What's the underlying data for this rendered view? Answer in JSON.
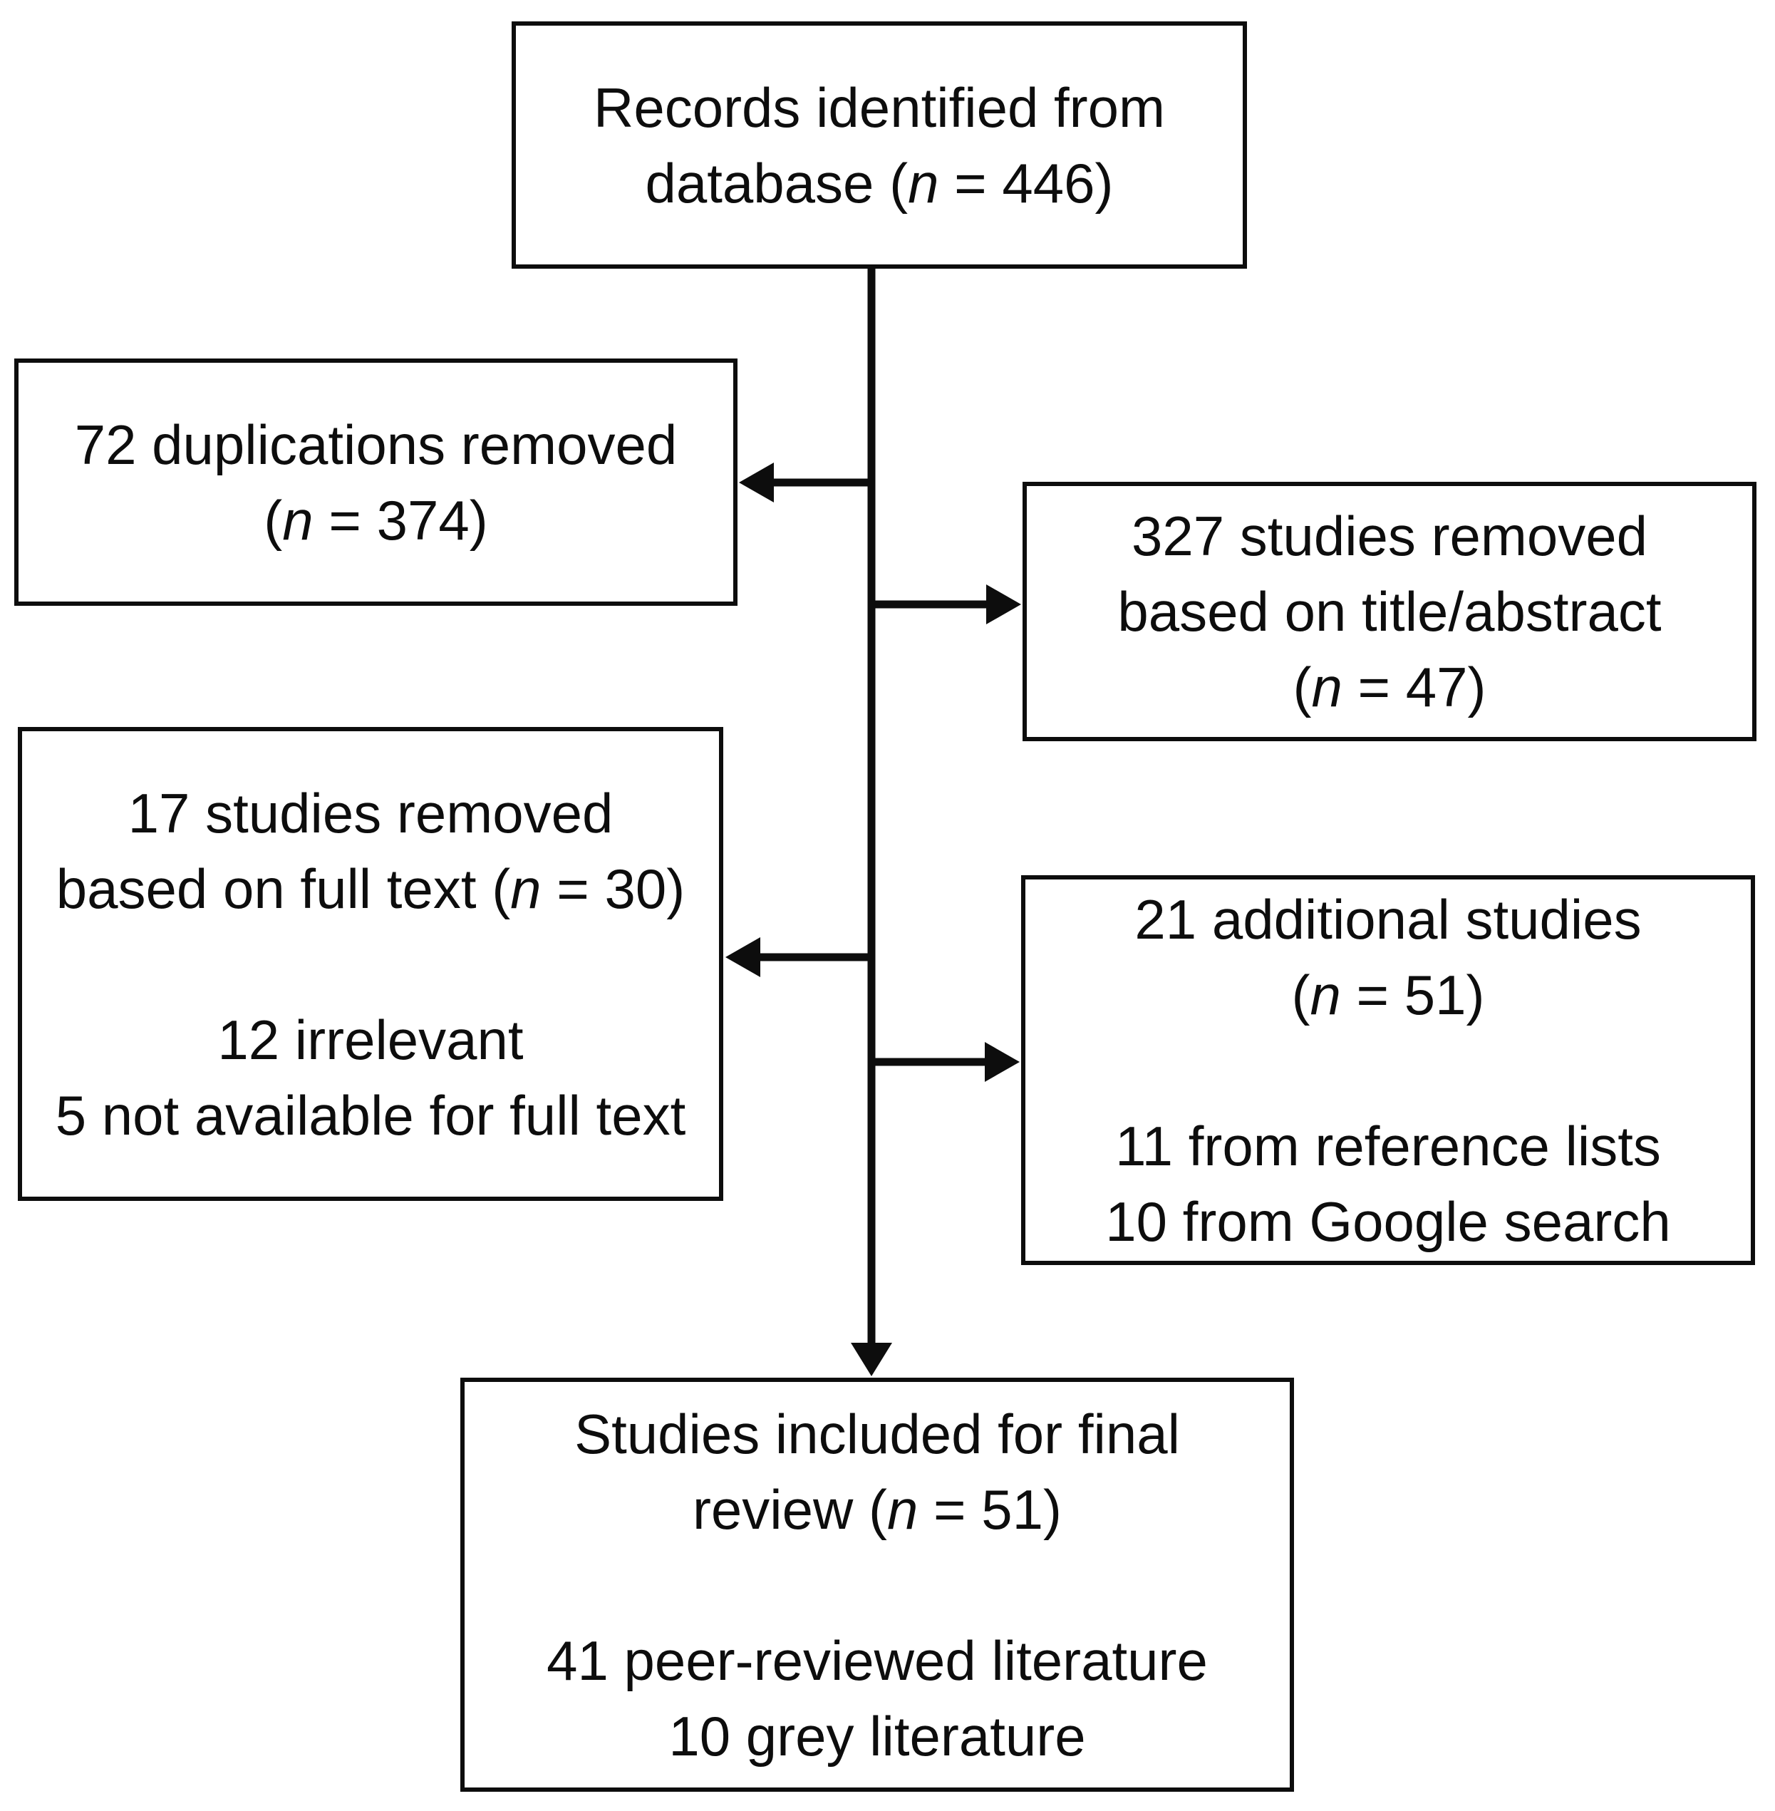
{
  "diagram": {
    "kind": "study-selection-flowchart",
    "colors": {
      "stroke": "#0d0d0d",
      "text": "#0d0d0d",
      "background": "#ffffff"
    },
    "boxes": [
      {
        "id": "records-identified",
        "lines": [
          {
            "text": "Records identified from"
          },
          {
            "pre": "database (",
            "n": "n",
            "post": " = 446)"
          }
        ]
      },
      {
        "id": "duplications-removed",
        "lines": [
          {
            "text": "72 duplications removed"
          },
          {
            "pre": "(",
            "n": "n",
            "post": " = 374)"
          }
        ]
      },
      {
        "id": "title-abstract-removed",
        "lines": [
          {
            "text": "327 studies removed"
          },
          {
            "text": "based on title/abstract"
          },
          {
            "pre": "(",
            "n": "n",
            "post": " = 47)"
          }
        ]
      },
      {
        "id": "full-text-removed",
        "lines": [
          {
            "text": "17 studies removed"
          },
          {
            "pre": "based on full text (",
            "n": "n",
            "post": " = 30)"
          },
          {
            "text": "12 irrelevant"
          },
          {
            "text": "5 not available for full text"
          }
        ]
      },
      {
        "id": "additional-studies",
        "lines": [
          {
            "text": "21 additional studies"
          },
          {
            "pre": "(",
            "n": "n",
            "post": " = 51)"
          },
          {
            "text": "11 from reference lists"
          },
          {
            "text": "10 from Google search"
          }
        ]
      },
      {
        "id": "included-final-review",
        "lines": [
          {
            "text": "Studies included for final"
          },
          {
            "pre": "review (",
            "n": "n",
            "post": " = 51)"
          },
          {
            "text": "41 peer-reviewed literature"
          },
          {
            "text": "10 grey literature"
          }
        ]
      }
    ],
    "connectors": [
      {
        "from": "records-identified",
        "to": "included-final-review",
        "shape": "vertical-line-with-down-arrow"
      },
      {
        "from": "main-line",
        "to": "duplications-removed",
        "direction": "left"
      },
      {
        "from": "main-line",
        "to": "title-abstract-removed",
        "direction": "right"
      },
      {
        "from": "main-line",
        "to": "full-text-removed",
        "direction": "left"
      },
      {
        "from": "main-line",
        "to": "additional-studies",
        "direction": "right"
      }
    ]
  }
}
